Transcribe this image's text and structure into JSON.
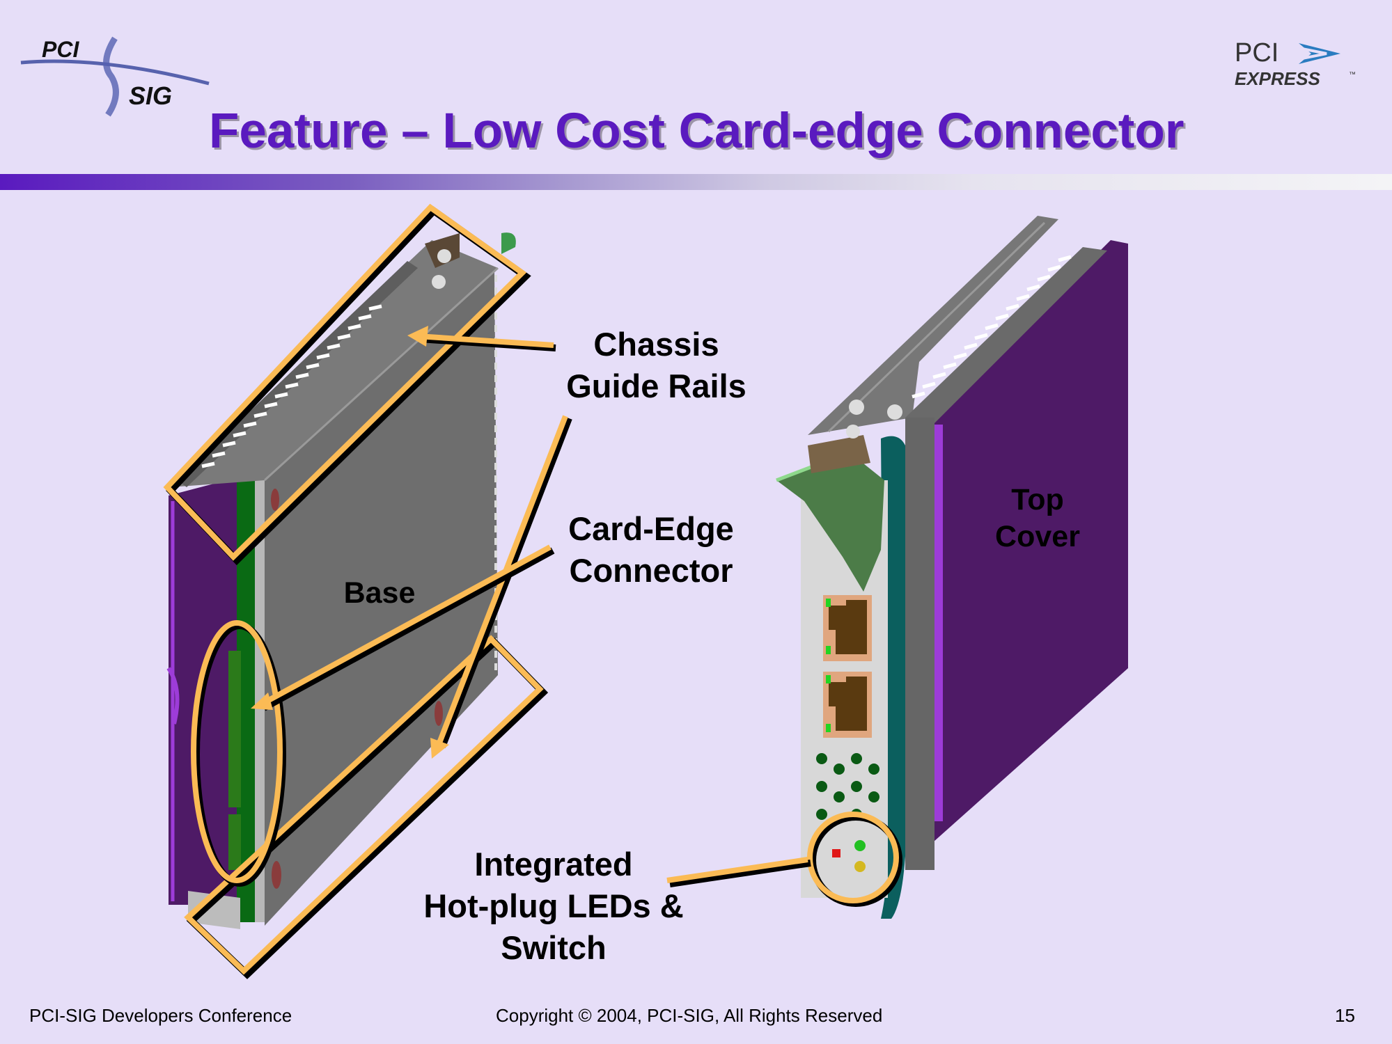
{
  "header": {
    "title": "Feature – Low Cost Card-edge Connector",
    "logo_left": {
      "line1": "PCI",
      "line2": "SIG"
    },
    "logo_right": {
      "line1": "PCI",
      "line2": "EXPRESS",
      "tm": "™"
    }
  },
  "labels": {
    "chassis_guide_rails": [
      "Chassis",
      "Guide Rails"
    ],
    "card_edge_connector": [
      "Card-Edge",
      "Connector"
    ],
    "base": "Base",
    "top_cover": [
      "Top",
      "Cover"
    ],
    "hot_plug": [
      "Integrated",
      "Hot-plug LEDs &",
      "Switch"
    ]
  },
  "footer": {
    "left": "PCI-SIG Developers Conference",
    "center": "Copyright © 2004, PCI-SIG, All Rights Reserved",
    "page_number": "15"
  },
  "colors": {
    "background": "#e6def8",
    "title": "#5a1abf",
    "callout": "#fbbb55",
    "chassis_purple": "#4e1a66",
    "chassis_gray": "#6e6e6e"
  }
}
